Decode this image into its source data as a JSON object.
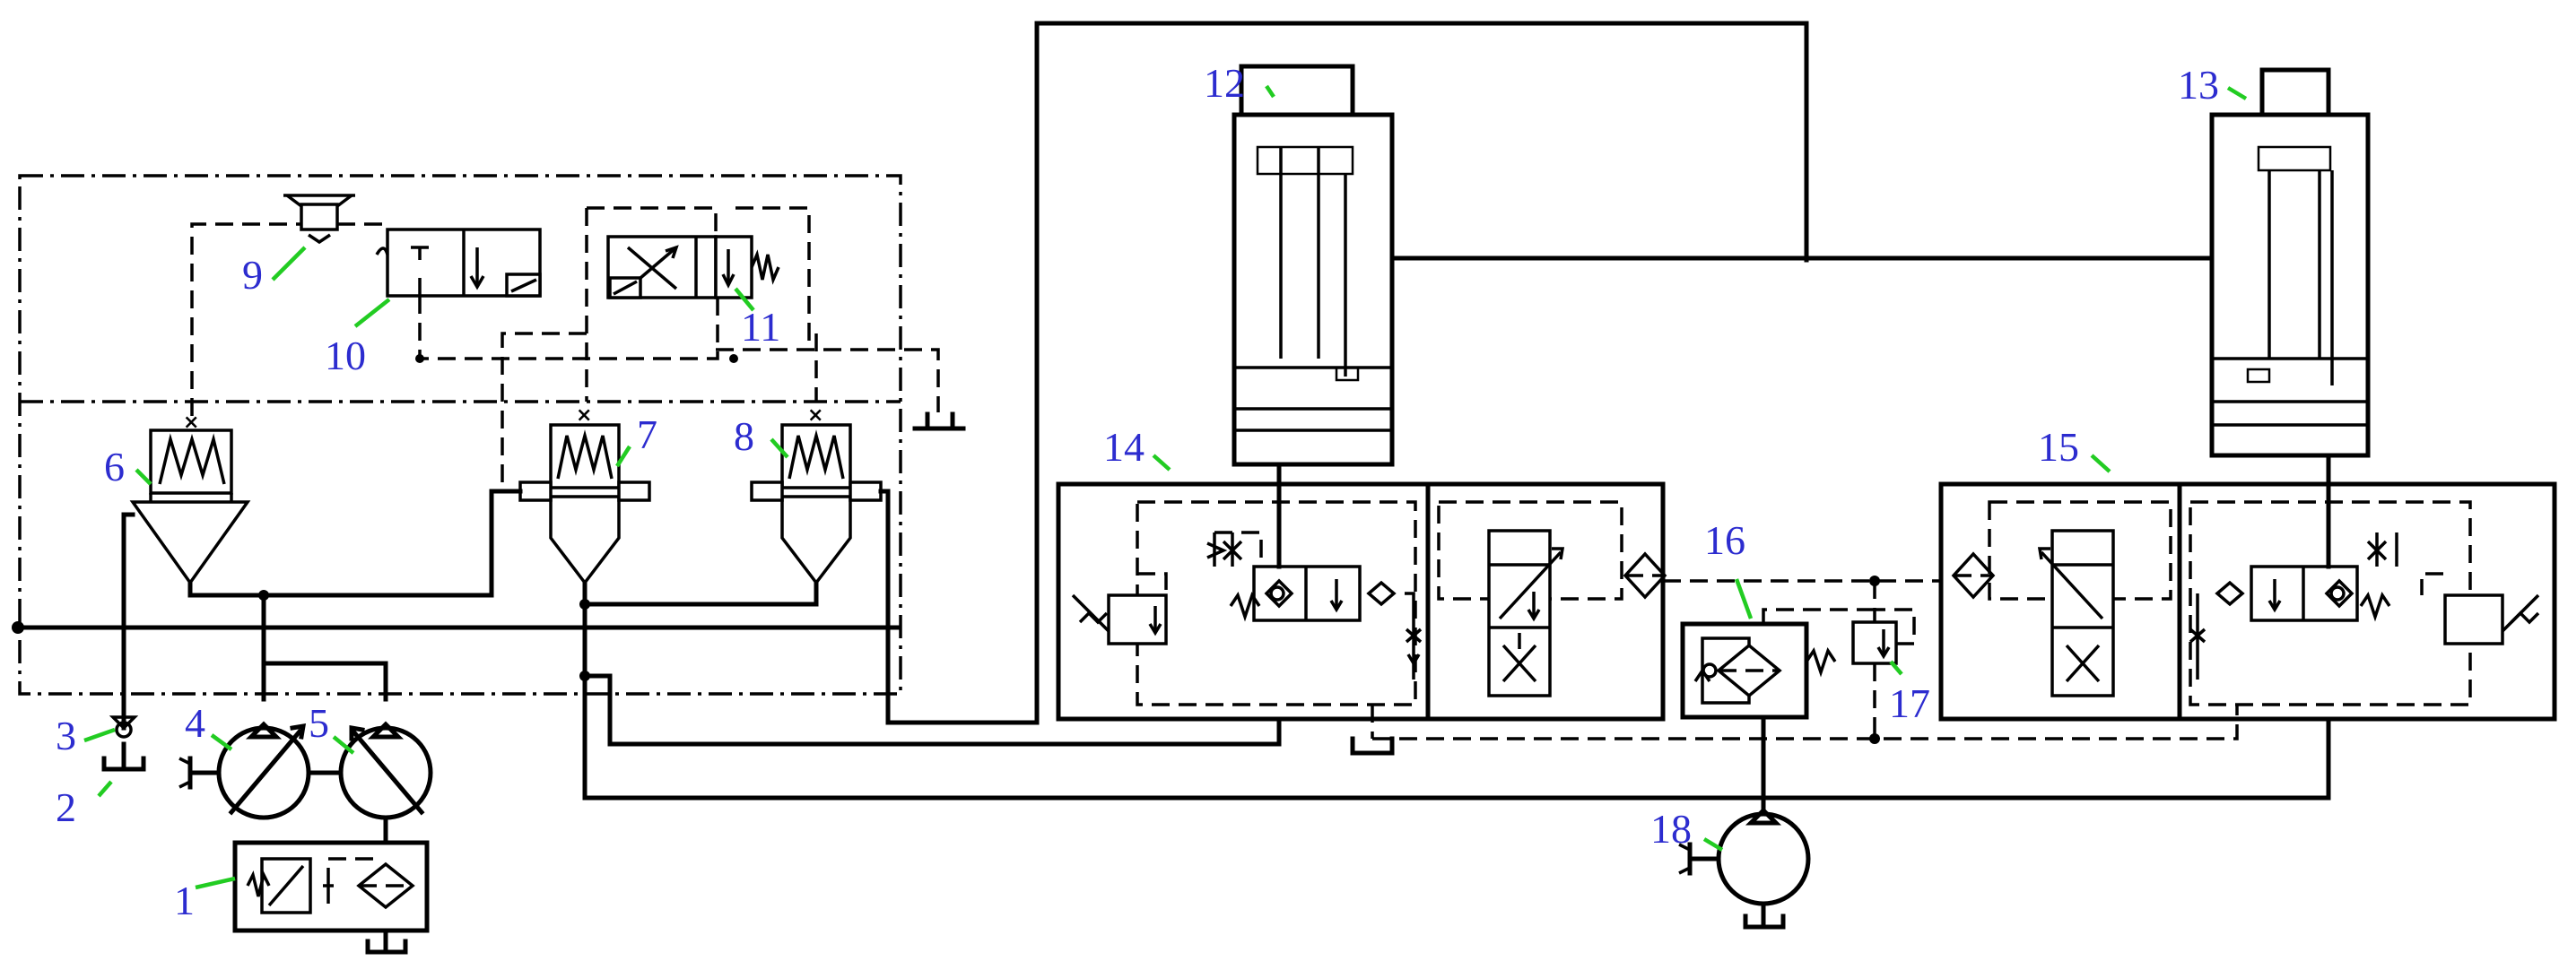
{
  "colors": {
    "line": "#000000",
    "label": "#2c2ccf",
    "leader": "#22cc22",
    "background": "#ffffff"
  },
  "labels": {
    "l1": "1",
    "l2": "2",
    "l3": "3",
    "l4": "4",
    "l5": "5",
    "l6": "6",
    "l7": "7",
    "l8": "8",
    "l9": "9",
    "l10": "10",
    "l11": "11",
    "l12": "12",
    "l13": "13",
    "l14": "14",
    "l15": "15",
    "l16": "16",
    "l17": "17",
    "l18": "18"
  }
}
